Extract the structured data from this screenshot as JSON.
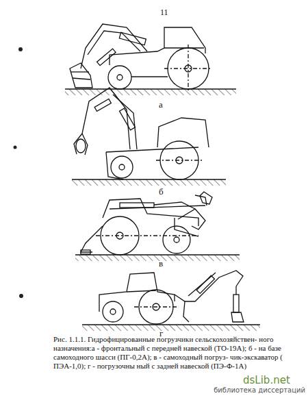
{
  "diagram": {
    "caption": "Рис. 1.1.1. Гидрофицированные погрузчики сельскохозяйствен- ного назначения:а - фронтальный с передней навеской (ТО-19А); б - на базе самоходного шасси (ПГ-0,2А); в - самоходный погруз- чик-экскаватор ( ПЭА-1,0); г - погрузочны ный с задней навеской (ПЭ-Ф-1А)",
    "labels": [
      "11",
      "а",
      "б",
      "в",
      "г",
      "dsLib.net",
      "библиотека диссертаций"
    ]
  }
}
